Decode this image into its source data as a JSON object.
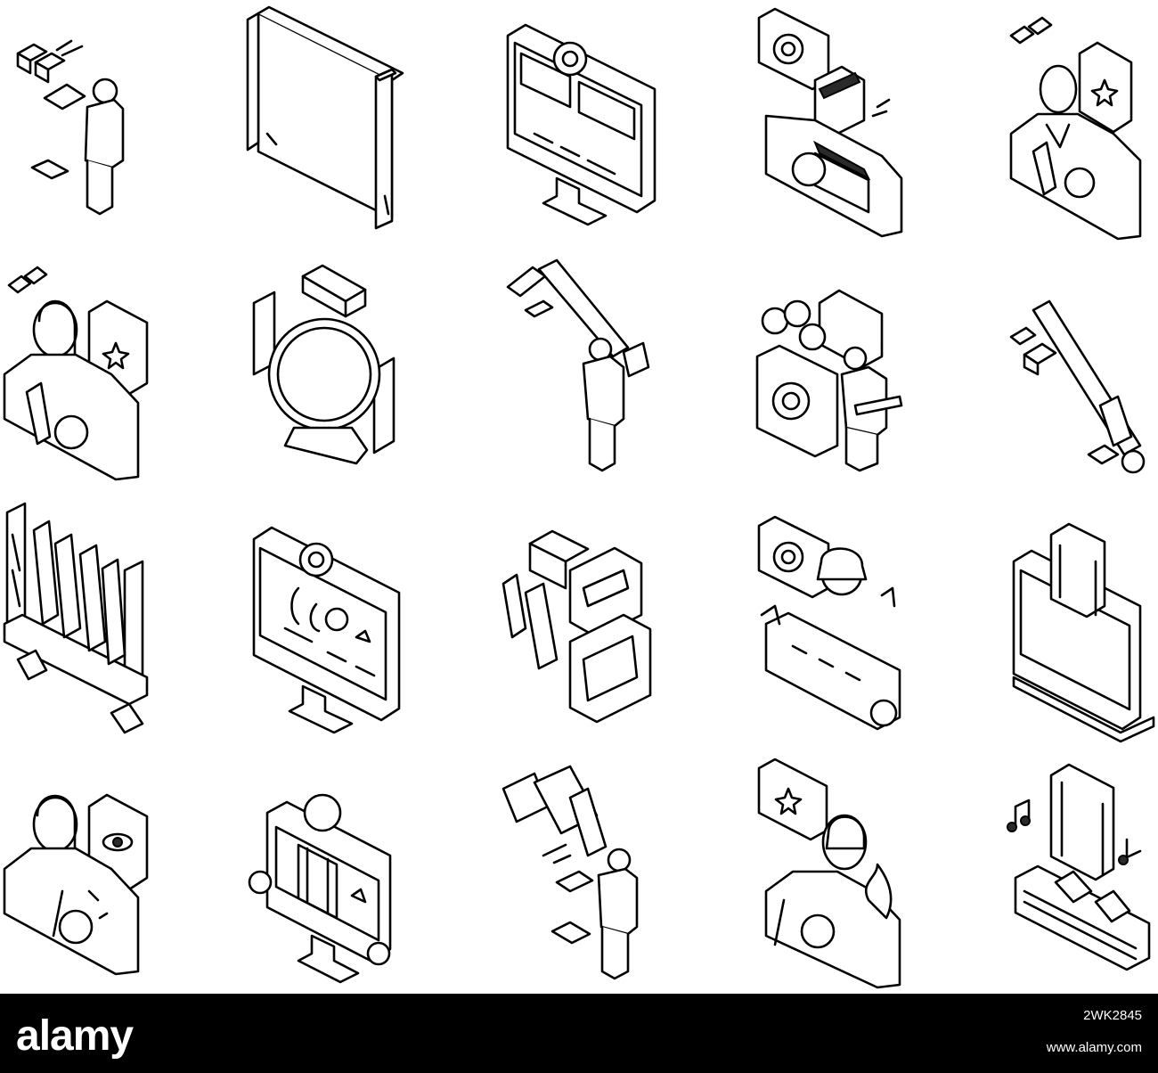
{
  "icons": [
    {
      "name": "crane-operator-icon"
    },
    {
      "name": "backdrop-stand-icon"
    },
    {
      "name": "video-editing-monitor-icon"
    },
    {
      "name": "director-clapperboard-icon"
    },
    {
      "name": "male-actor-star-icon"
    },
    {
      "name": "female-actor-star-icon"
    },
    {
      "name": "studio-spotlight-icon"
    },
    {
      "name": "boom-microphone-operator-icon"
    },
    {
      "name": "audience-speaker-icon"
    },
    {
      "name": "camera-crane-jib-icon"
    },
    {
      "name": "lighting-truss-icon"
    },
    {
      "name": "editing-software-monitor-icon"
    },
    {
      "name": "film-camera-icon"
    },
    {
      "name": "sound-engineer-icon"
    },
    {
      "name": "laptop-film-icon"
    },
    {
      "name": "makeup-artist-icon"
    },
    {
      "name": "film-screening-monitor-icon"
    },
    {
      "name": "camera-operator-icon"
    },
    {
      "name": "stuntman-fire-icon"
    },
    {
      "name": "music-film-editing-icon"
    }
  ],
  "watermark": {
    "brand": "alamy",
    "image_id": "2WK2845",
    "url": "www.alamy.com"
  }
}
